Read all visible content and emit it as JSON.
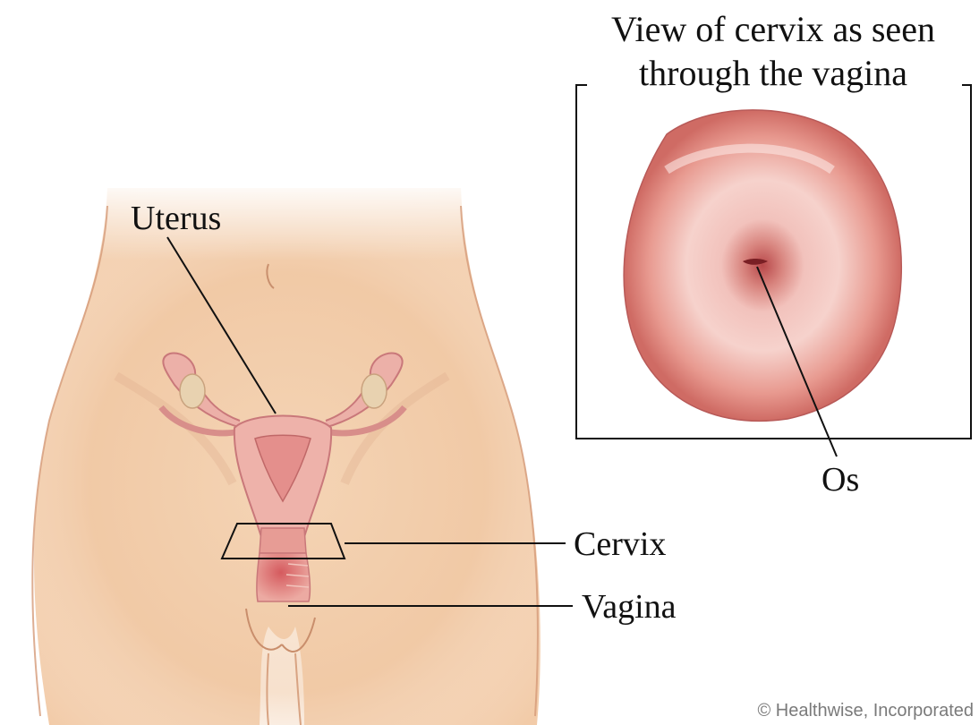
{
  "inset": {
    "title_line1": "View of cervix as seen",
    "title_line2": "through the vagina",
    "os_label": "Os"
  },
  "labels": {
    "uterus": "Uterus",
    "cervix": "Cervix",
    "vagina": "Vagina"
  },
  "credit": "© Healthwise, Incorporated",
  "colors": {
    "skin": "#f3cfae",
    "skin_shadow": "#e3ad86",
    "organ": "#e9a6a0",
    "organ_dark": "#c9605e",
    "cervix_pink": "#e89a90",
    "cervix_dark": "#b8484a",
    "line": "#111111"
  }
}
